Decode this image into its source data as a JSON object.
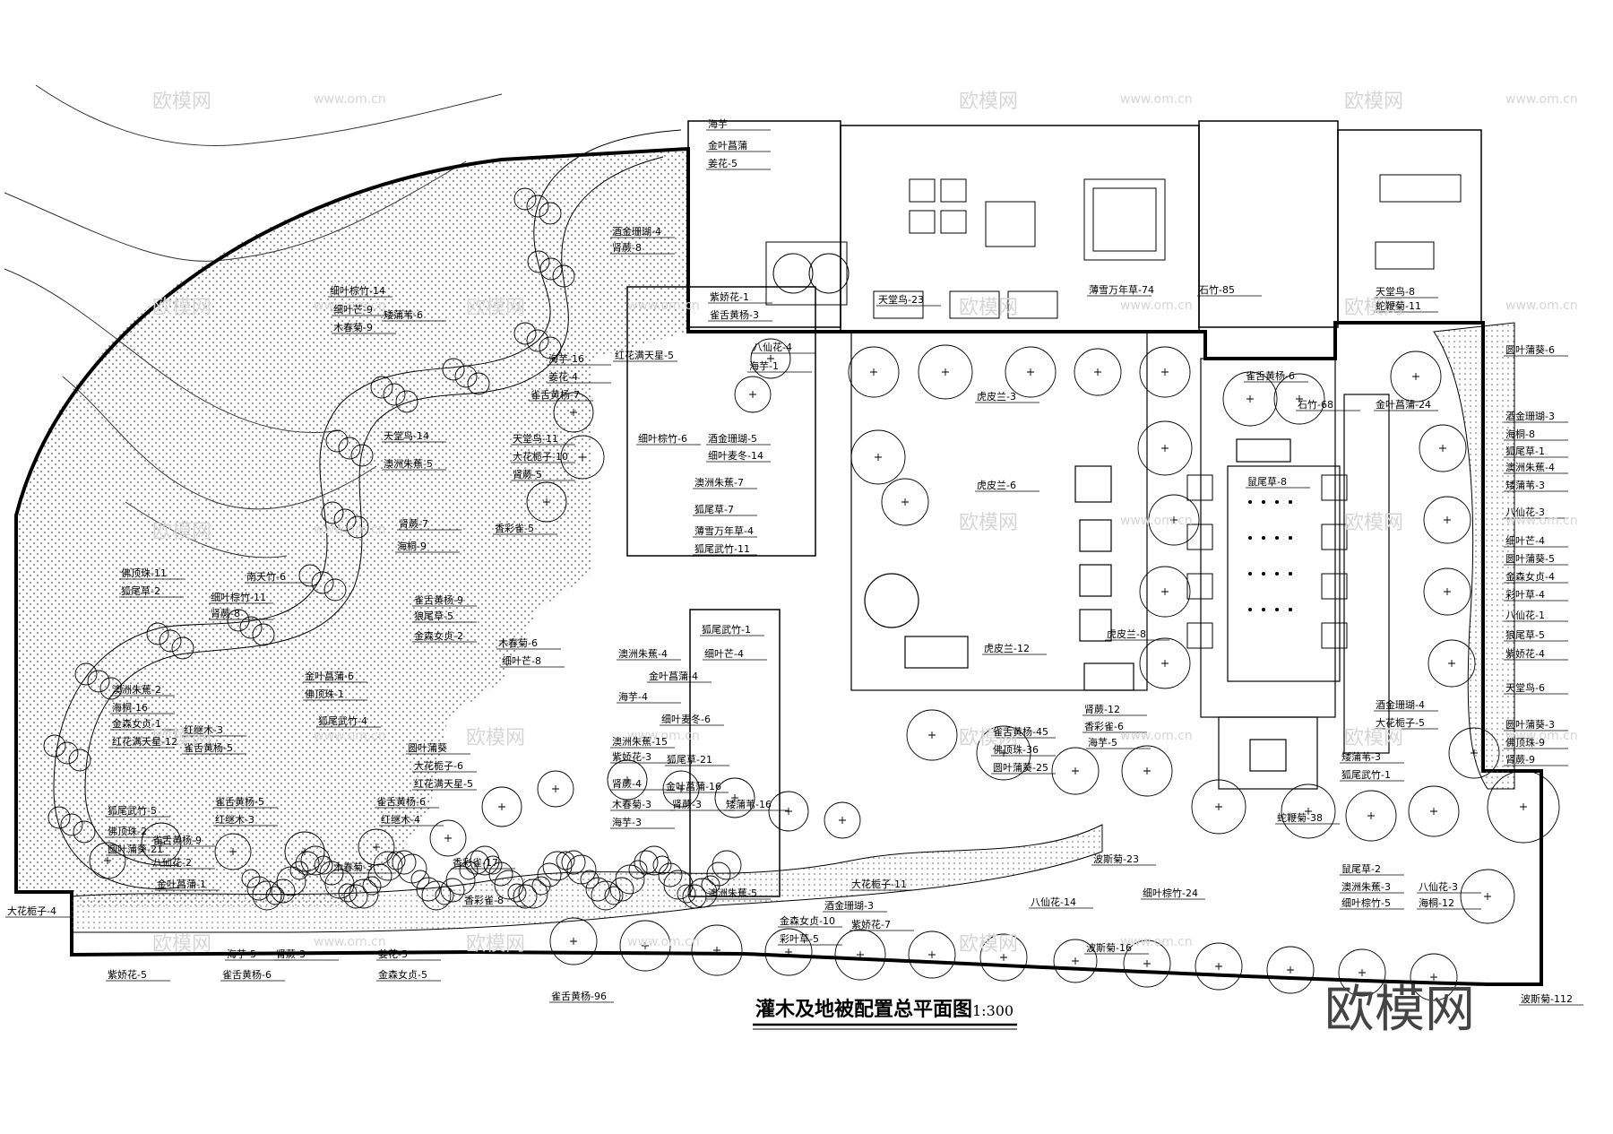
{
  "title": "灌木及地被配置总平面图",
  "scale": "1:300",
  "brand": "欧模网",
  "watermark": {
    "name": "欧模网",
    "url": "www.om.cn"
  },
  "labels_left": [
    "细叶棕竹-14",
    "细叶芒-9",
    "木春菊-9",
    "矮蒲苇-6",
    "天堂鸟-14",
    "澳洲朱蕉-5",
    "肾蕨-7",
    "海桐-9",
    "佛顶珠-11",
    "狐尾草-2",
    "南天竹-6",
    "细叶棕竹-11",
    "肾蕨-8",
    "雀舌黄杨-9",
    "狼尾草-5",
    "金森女贞-2",
    "金叶菖蒲-6",
    "佛顶珠-1",
    "狐尾武竹-4",
    "澳洲朱蕉-2",
    "海桐-16",
    "金森女贞-1",
    "红花满天星-12",
    "红继木-3",
    "雀舌黄杨-5",
    "圆叶蒲葵",
    "大花栀子-6",
    "红花满天星-5",
    "狐尾武竹-5",
    "佛顶珠-2",
    "圆叶蒲葵-21",
    "雀舌黄杨-5",
    "红继木-3",
    "雀舌黄杨-6",
    "红继木-4",
    "雀舌黄杨-9",
    "八仙花-2",
    "金叶菖蒲-1",
    "木春菊-3",
    "香彩雀-17",
    "大花栀子-4",
    "紫娇花-5",
    "海芋-5",
    "肾蕨-3",
    "雀舌黄杨-6",
    "姜花-5",
    "金森女贞-5",
    "香彩雀-8",
    "雀舌黄杨-96"
  ],
  "labels_center": [
    "海芋",
    "金叶菖蒲",
    "姜花-5",
    "酒金珊瑚-4",
    "肾蕨-8",
    "紫娇花-1",
    "雀舌黄杨-3",
    "海芋-16",
    "姜花-4",
    "雀舌黄杨-7",
    "红花满天星-5",
    "八仙花-4",
    "海芋-1",
    "天堂鸟-11",
    "大花栀子-10",
    "肾蕨-5",
    "香彩雀-5",
    "细叶棕竹-6",
    "酒金珊瑚-5",
    "细叶麦冬-14",
    "澳洲朱蕉-7",
    "狐尾草-7",
    "薄雪万年草-4",
    "狐尾武竹-11",
    "狐尾武竹-1",
    "澳洲朱蕉-4",
    "细叶芒-4",
    "木春菊-6",
    "细叶芒-8",
    "金叶菖蒲-4",
    "海芋-4",
    "细叶麦冬-6",
    "澳洲朱蕉-15",
    "紫娇花-3",
    "狐尾草-21",
    "肾蕨-4",
    "木春菊-3",
    "海芋-3",
    "金叶菖蒲-16",
    "肾蕨-3",
    "矮蒲苇-16",
    "澳洲朱蕉-5",
    "金森女贞-10",
    "酒金珊瑚-3",
    "彩叶草-5",
    "紫娇花-7",
    "大花栀子-11",
    "天堂鸟-23",
    "薄雪万年草-74",
    "石竹-85",
    "虎皮兰-3",
    "虎皮兰-6",
    "虎皮兰-12",
    "虎皮兰-8",
    "肾蕨-12",
    "香彩雀-6",
    "海芋-5",
    "雀舌黄杨-45",
    "佛顶珠-36",
    "圆叶蒲葵-25",
    "波斯菊-23",
    "细叶棕竹-24",
    "八仙花-14",
    "波斯菊-16",
    "蛇鞭菊-38"
  ],
  "labels_right": [
    "天堂鸟-8",
    "蛇鞭菊-11",
    "圆叶蒲葵-6",
    "雀舌黄杨-6",
    "石竹-68",
    "金叶菖蒲-24",
    "酒金珊瑚-3",
    "海桐-8",
    "狐尾草-1",
    "澳洲朱蕉-4",
    "矮蒲苇-3",
    "八仙花-3",
    "鼠尾草-8",
    "细叶芒-4",
    "圆叶蒲葵-5",
    "金森女贞-4",
    "彩叶草-4",
    "八仙花-1",
    "狼尾草-5",
    "紫娇花-4",
    "天堂鸟-6",
    "圆叶蒲葵-3",
    "佛顶珠-9",
    "肾蕨-9",
    "酒金珊瑚-4",
    "大花栀子-5",
    "矮蒲苇-3",
    "狐尾武竹-1",
    "鼠尾草-2",
    "澳洲朱蕉-3",
    "细叶棕竹-5",
    "八仙花-3",
    "海桐-12",
    "波斯菊-112"
  ]
}
